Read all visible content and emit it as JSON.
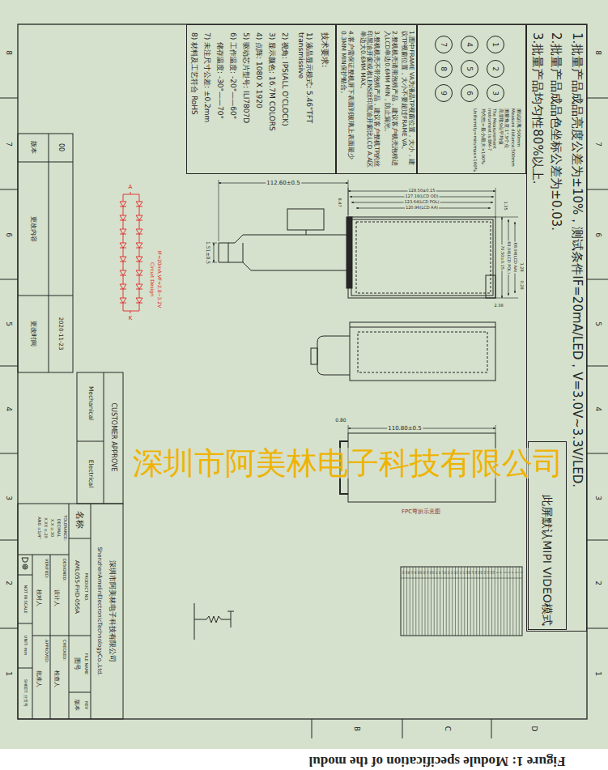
{
  "diagram": {
    "caption": "Figure 1: Module specification of the modul",
    "nodes": [
      {
        "text": [
          "1.批量产品成品亮度公差为±10%，测试条件IF=20mA/LED，V=3.0V~3.3V/LED.",
          "2.批量产品成品色坐标公差为±0.03.",
          "3.批量产品均匀性80%以上."
        ]
      },
      {
        "text": [
          "此屏默认MIPI VIDEO模式"
        ],
        "in": 0
      },
      {
        "text": [
          "测试距离:500mm",
          "Measure distance:500mm",
          "测量角度:1°,9个点",
          "亮度取9点平均值",
          "The Measurement instrument is:BM-7",
          "均匀性=最小/最大×100%",
          "Uniformity=min/max×100%"
        ]
      },
      {
        "text": [
          "1"
        ],
        "in": 2
      },
      {
        "text": [
          "2"
        ],
        "in": 2
      },
      {
        "text": [
          "3"
        ],
        "in": 2
      },
      {
        "text": [
          "4"
        ],
        "in": 2
      },
      {
        "text": [
          "5"
        ],
        "in": 2
      },
      {
        "text": [
          "6"
        ],
        "in": 2
      },
      {
        "text": [
          "7"
        ],
        "in": 2
      },
      {
        "text": [
          "8"
        ],
        "in": 2
      },
      {
        "text": [
          "9"
        ],
        "in": 2
      },
      {
        "text": [
          "1.图中FRAME VA为液晶TP视窗位置，大小，建议TP视窗位置，大小不要超过FRAME VA。",
          "2.整机机壳请用泡棉产品，建议客户机壳泡棉进入LCD单边0.6MM MIN，防止漏光。",
          "3.整机机壳不带泡棉产品，建议客户整机TP的丝印黑油开窗或者LENS丝印黑油开窗比LCD A.A区单边大0.6MM MAX。",
          "4.客户需保证整机屏下表面到玻璃上表面最少0.3MM MIN保护贴合。"
        ]
      },
      {
        "text": [
          "技术要求:",
          "1) 液晶显示模式: 5.46\"TFT transmissive",
          "2) 视角: IPS(ALL O'CLOCK)",
          "3) 显示颜色: 16.7M COLORS",
          "4) 点阵: 1080 X 1920",
          "5) 驱动芯片型号: ILI7807D",
          "6) 工作温度: -20°——60°",
          "储存温度: -30°——70°",
          "7) 未注尺寸公差: ±0.2mm",
          "8) 材料及工艺符合 RoHS"
        ]
      }
    ],
    "labels": [
      "8",
      "7",
      "6",
      "5",
      "4",
      "3",
      "2",
      "1",
      "8",
      "7",
      "6",
      "5",
      "4",
      "3",
      "2",
      "1",
      "B",
      "C",
      "D",
      "版本",
      "更改内容",
      "更改时间",
      "00",
      "2020-11-23",
      "CUSTOMER APPROVE",
      "Mechanical",
      "Electrical",
      "深圳市阿美林电子科技有限公司",
      "ShenzhenAmelinElectronicTechnologyCo.,Ltd.",
      "名称",
      "PRODUCT NO.",
      "AML055-FHD-056A",
      "FILE NAME",
      "图号",
      "REV",
      "版本",
      "TOLERANCE:",
      "DECIMAL",
      "X.X ±.30",
      "X.XX ±.20",
      "ANG ±1/4°",
      "DESIGNED:",
      "设计人",
      "CHECKED:",
      "检查人",
      "VERIFIED:",
      "校对人",
      "APPROVED:",
      "批准人",
      "NOT IN SCALE",
      "UNIT: mm",
      "SHEET: 分页号",
      "112.60±0.5",
      "1.51±0.5",
      "8.47",
      "128.50±0.15",
      "127.19(LCD OD)",
      "123.64(LCD POL)",
      "120.96(LCD AA)",
      "1.35",
      "70.50±0.15",
      "69.04(LCD POL)",
      "68.04(LCD AA)",
      "1.28",
      "0.28",
      "2.38",
      "110.80±0.5",
      "0.80",
      "FPC弯折示意图",
      "A",
      "K",
      "Circuit Design",
      "IF=20mA,VF=2.8~3.2V",
      "1",
      "2",
      "3",
      "4",
      "5",
      "6",
      "7",
      "8",
      "9",
      "10",
      "11",
      "12",
      "13",
      "14",
      "15",
      "16",
      "17",
      "18",
      "19",
      "20",
      "21",
      "22",
      "23",
      "24",
      "25",
      "26",
      "27",
      "28",
      "29",
      "30",
      "31",
      "32",
      "33",
      "34",
      "35",
      "36",
      "37",
      "38",
      "39",
      "40",
      "深圳市阿美林电子科技有限公司"
    ]
  }
}
